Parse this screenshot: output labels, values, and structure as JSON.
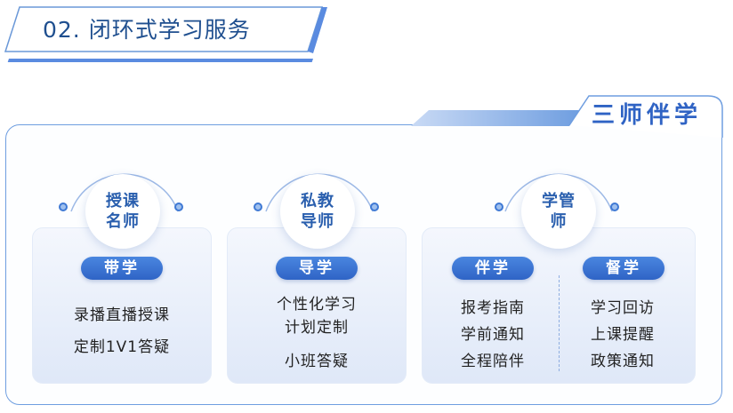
{
  "header": {
    "title": "02. 闭环式学习服务"
  },
  "panel": {
    "tab_title": "三师伴学"
  },
  "cards": [
    {
      "circle_line1": "授课",
      "circle_line2": "名师",
      "pill": "带学",
      "lines": [
        "录播直播授课",
        "定制1V1答疑"
      ]
    },
    {
      "circle_line1": "私教",
      "circle_line2": "导师",
      "pill": "导学",
      "lines": [
        "个性化学习",
        "计划定制",
        "小班答疑"
      ]
    },
    {
      "circle_line1": "学管",
      "circle_line2": "师",
      "left_pill": "伴学",
      "left_lines": [
        "报考指南",
        "学前通知",
        "全程陪伴"
      ],
      "right_pill": "督学",
      "right_lines": [
        "学习回访",
        "上课提醒",
        "政策通知"
      ]
    }
  ],
  "colors": {
    "primary": "#2f64c6",
    "heading": "#1f4f8f",
    "accent_light": "#9fc0ee"
  }
}
